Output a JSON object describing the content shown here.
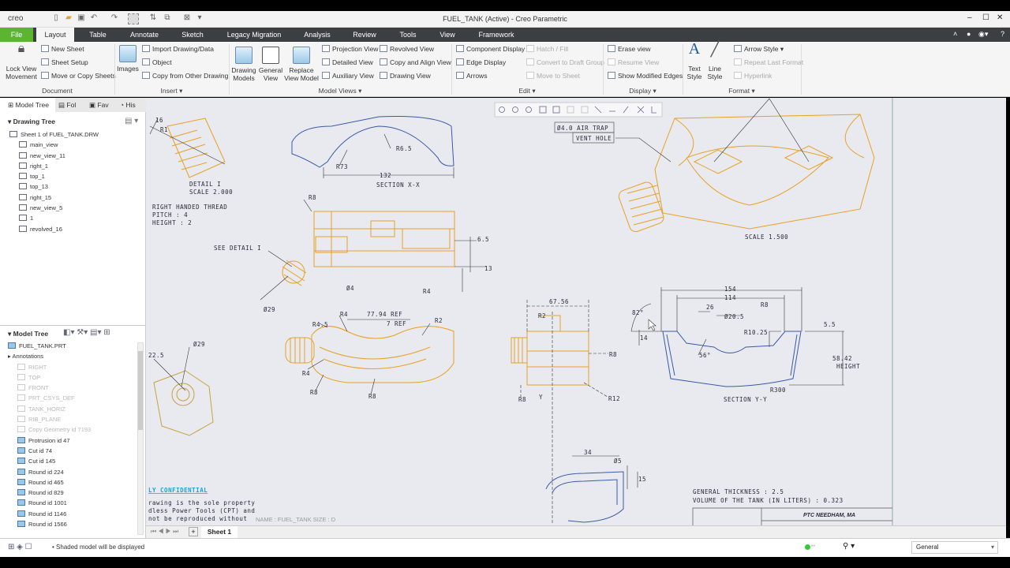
{
  "app": {
    "logo": "creo",
    "title": "FUEL_TANK (Active) - Creo Parametric"
  },
  "tabs": [
    "File",
    "Layout",
    "Table",
    "Annotate",
    "Sketch",
    "Legacy Migration",
    "Analysis",
    "Review",
    "Tools",
    "View",
    "Framework"
  ],
  "active_tab": "Layout",
  "ribbon": {
    "document": {
      "label": "Document",
      "lock_view": "Lock View",
      "lock_view2": "Movement",
      "items": [
        "New Sheet",
        "Sheet Setup",
        "Move or Copy Sheets"
      ]
    },
    "insert": {
      "label": "Insert",
      "images": "Images",
      "items": [
        "Import Drawing/Data",
        "Object",
        "Copy from Other Drawing"
      ]
    },
    "model_views": {
      "label": "Model Views",
      "big": [
        [
          "Drawing",
          "Models"
        ],
        [
          "General",
          "View"
        ],
        [
          "Replace",
          "View Model"
        ]
      ],
      "col1": [
        "Projection View",
        "Detailed View",
        "Auxiliary View"
      ],
      "col2": [
        "Revolved View",
        "Copy and Align View",
        "Drawing View"
      ]
    },
    "edit": {
      "label": "Edit",
      "col1": [
        "Component Display",
        "Edge Display",
        "Arrows"
      ],
      "col2": [
        "Hatch / Fill",
        "Convert to Draft Group",
        "Move to Sheet"
      ]
    },
    "display": {
      "label": "Display",
      "items": [
        "Erase view",
        "Resume View",
        "Show Modified Edges"
      ]
    },
    "format": {
      "label": "Format",
      "big": [
        [
          "Text",
          "Style"
        ],
        [
          "Line",
          "Style"
        ]
      ],
      "items": [
        "Arrow Style",
        "Repeat Last Format",
        "Hyperlink"
      ]
    }
  },
  "left_panel": {
    "tabs": [
      "Model Tree",
      "Fol",
      "Fav",
      "His"
    ],
    "drawing_tree": {
      "header": "Drawing Tree",
      "root": "Sheet 1 of FUEL_TANK.DRW",
      "items": [
        "main_view",
        "new_view_11",
        "right_1",
        "top_1",
        "top_13",
        "right_15",
        "new_view_5",
        "1",
        "revolved_16"
      ]
    },
    "model_tree": {
      "header": "Model Tree",
      "root": "FUEL_TANK.PRT",
      "annotations": "Annotations",
      "dim_items": [
        "RIGHT",
        "TOP",
        "FRONT",
        "PRT_CSYS_DEF",
        "TANK_HORIZ",
        "RIB_PLANE",
        "Copy Geometry id 7193"
      ],
      "features": [
        "Protrusion id 47",
        "Cut id 74",
        "Cut id 145",
        "Round id 224",
        "Round id 465",
        "Round id 829",
        "Round id 1001",
        "Round id 1146",
        "Round id 1566"
      ]
    }
  },
  "drawing": {
    "labels": [
      "16",
      "R1",
      "DETAIL I",
      "SCALE 2.000",
      "RIGHT HANDED THREAD",
      "PITCH : 4",
      "HEIGHT : 2",
      "R6.5",
      "R73",
      "132",
      "SECTION X-X",
      "R8",
      "SEE DETAIL I",
      "6.5",
      "13",
      "Ø4",
      "R4",
      "Ø29",
      "R4.5",
      "R4",
      "77.94 REF",
      "7 REF",
      "R2",
      "R4",
      "R8",
      "R8",
      "Ø29",
      "22.5",
      "67.56",
      "R2",
      "R8",
      "R8",
      "R12",
      "Y",
      "34",
      "Ø5",
      "15",
      "SCALE 1.500",
      "154",
      "114",
      "26",
      "Ø20.5",
      "R8",
      "82°",
      "14",
      "56°",
      "R10.25",
      "5.5",
      "58.42",
      "HEIGHT",
      "R300",
      "SECTION Y-Y"
    ],
    "note_box": [
      "Ø4.0 AIR TRAP",
      "VENT HOLE"
    ],
    "notes": [
      "GENERAL THICKNESS : 2.5",
      "VOLUME OF THE TANK (IN LITERS) : 0.323"
    ],
    "title_block": "PTC NEEDHAM, MA",
    "confidential": "LY CONFIDENTIAL",
    "confidential_text": [
      "rawing is the sole property",
      "dless Power Tools (CPT) and",
      "not be reproduced without"
    ],
    "sheet_info": "NAME : FUEL_TANK    SIZE : D"
  },
  "sheet_tabs": {
    "active": "Sheet 1",
    "add": "+"
  },
  "status": {
    "message": "Shaded model will be displayed",
    "filter": "General"
  },
  "colors": {
    "geometry": "#e8a024",
    "section": "#3a5aa8",
    "file_tab": "#5cb531",
    "tab_bar": "#3b3f42"
  }
}
